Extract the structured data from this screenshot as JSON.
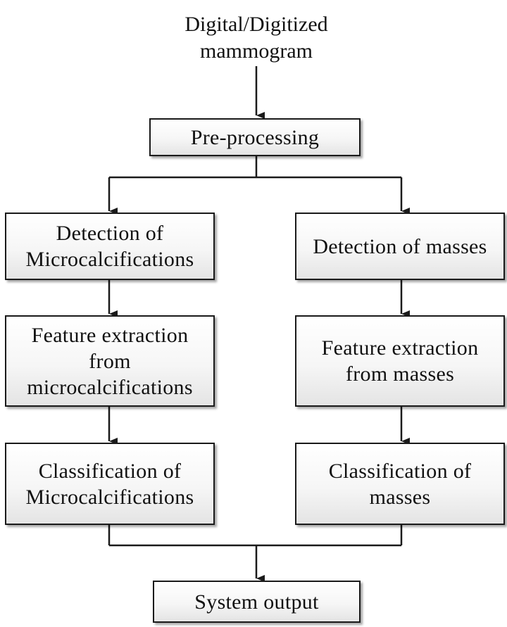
{
  "diagram": {
    "input": [
      "Digital/Digitized",
      "mammogram"
    ],
    "preprocessing": "Pre-processing",
    "left": {
      "detection": [
        "Detection of",
        "Microcalcifications"
      ],
      "feature": [
        "Feature extraction",
        "from",
        "microcalcifications"
      ],
      "classification": [
        "Classification of",
        "Microcalcifications"
      ]
    },
    "right": {
      "detection": [
        "Detection of masses"
      ],
      "feature": [
        "Feature extraction",
        "from masses"
      ],
      "classification": [
        "Classification of",
        "masses"
      ]
    },
    "output": "System output"
  }
}
